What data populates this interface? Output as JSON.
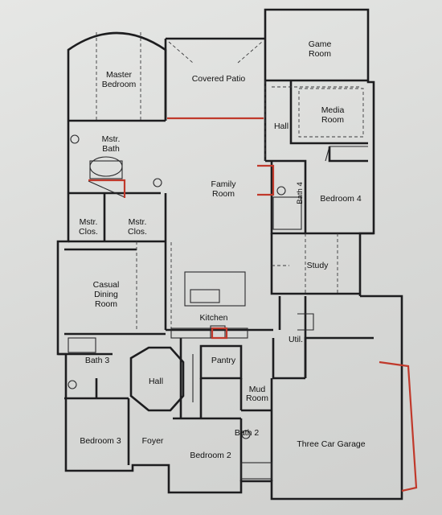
{
  "rooms": {
    "game_room": [
      "Game",
      "Room"
    ],
    "master_bedroom": [
      "Master",
      "Bedroom"
    ],
    "covered_patio": "Covered Patio",
    "media_room": [
      "Media",
      "Room"
    ],
    "hall_upper": "Hall",
    "mstr_bath": [
      "Mstr.",
      "Bath"
    ],
    "family_room": [
      "Family",
      "Room"
    ],
    "bath_4": "Bath 4",
    "bedroom_4": "Bedroom 4",
    "mstr_clos_left": [
      "Mstr.",
      "Clos."
    ],
    "mstr_clos_right": [
      "Mstr.",
      "Clos."
    ],
    "study": "Study",
    "casual_dining": [
      "Casual",
      "Dining",
      "Room"
    ],
    "kitchen": "Kitchen",
    "util": "Util.",
    "bath_3": "Bath 3",
    "pantry": "Pantry",
    "hall_center": "Hall",
    "mud_room": [
      "Mud",
      "Room"
    ],
    "bath_2": "Bath 2",
    "bedroom_3": "Bedroom 3",
    "foyer": "Foyer",
    "bedroom_2": "Bedroom 2",
    "garage": "Three Car Garage"
  },
  "colors": {
    "wall": "#1d1d1f",
    "accent": "#c0392b"
  }
}
